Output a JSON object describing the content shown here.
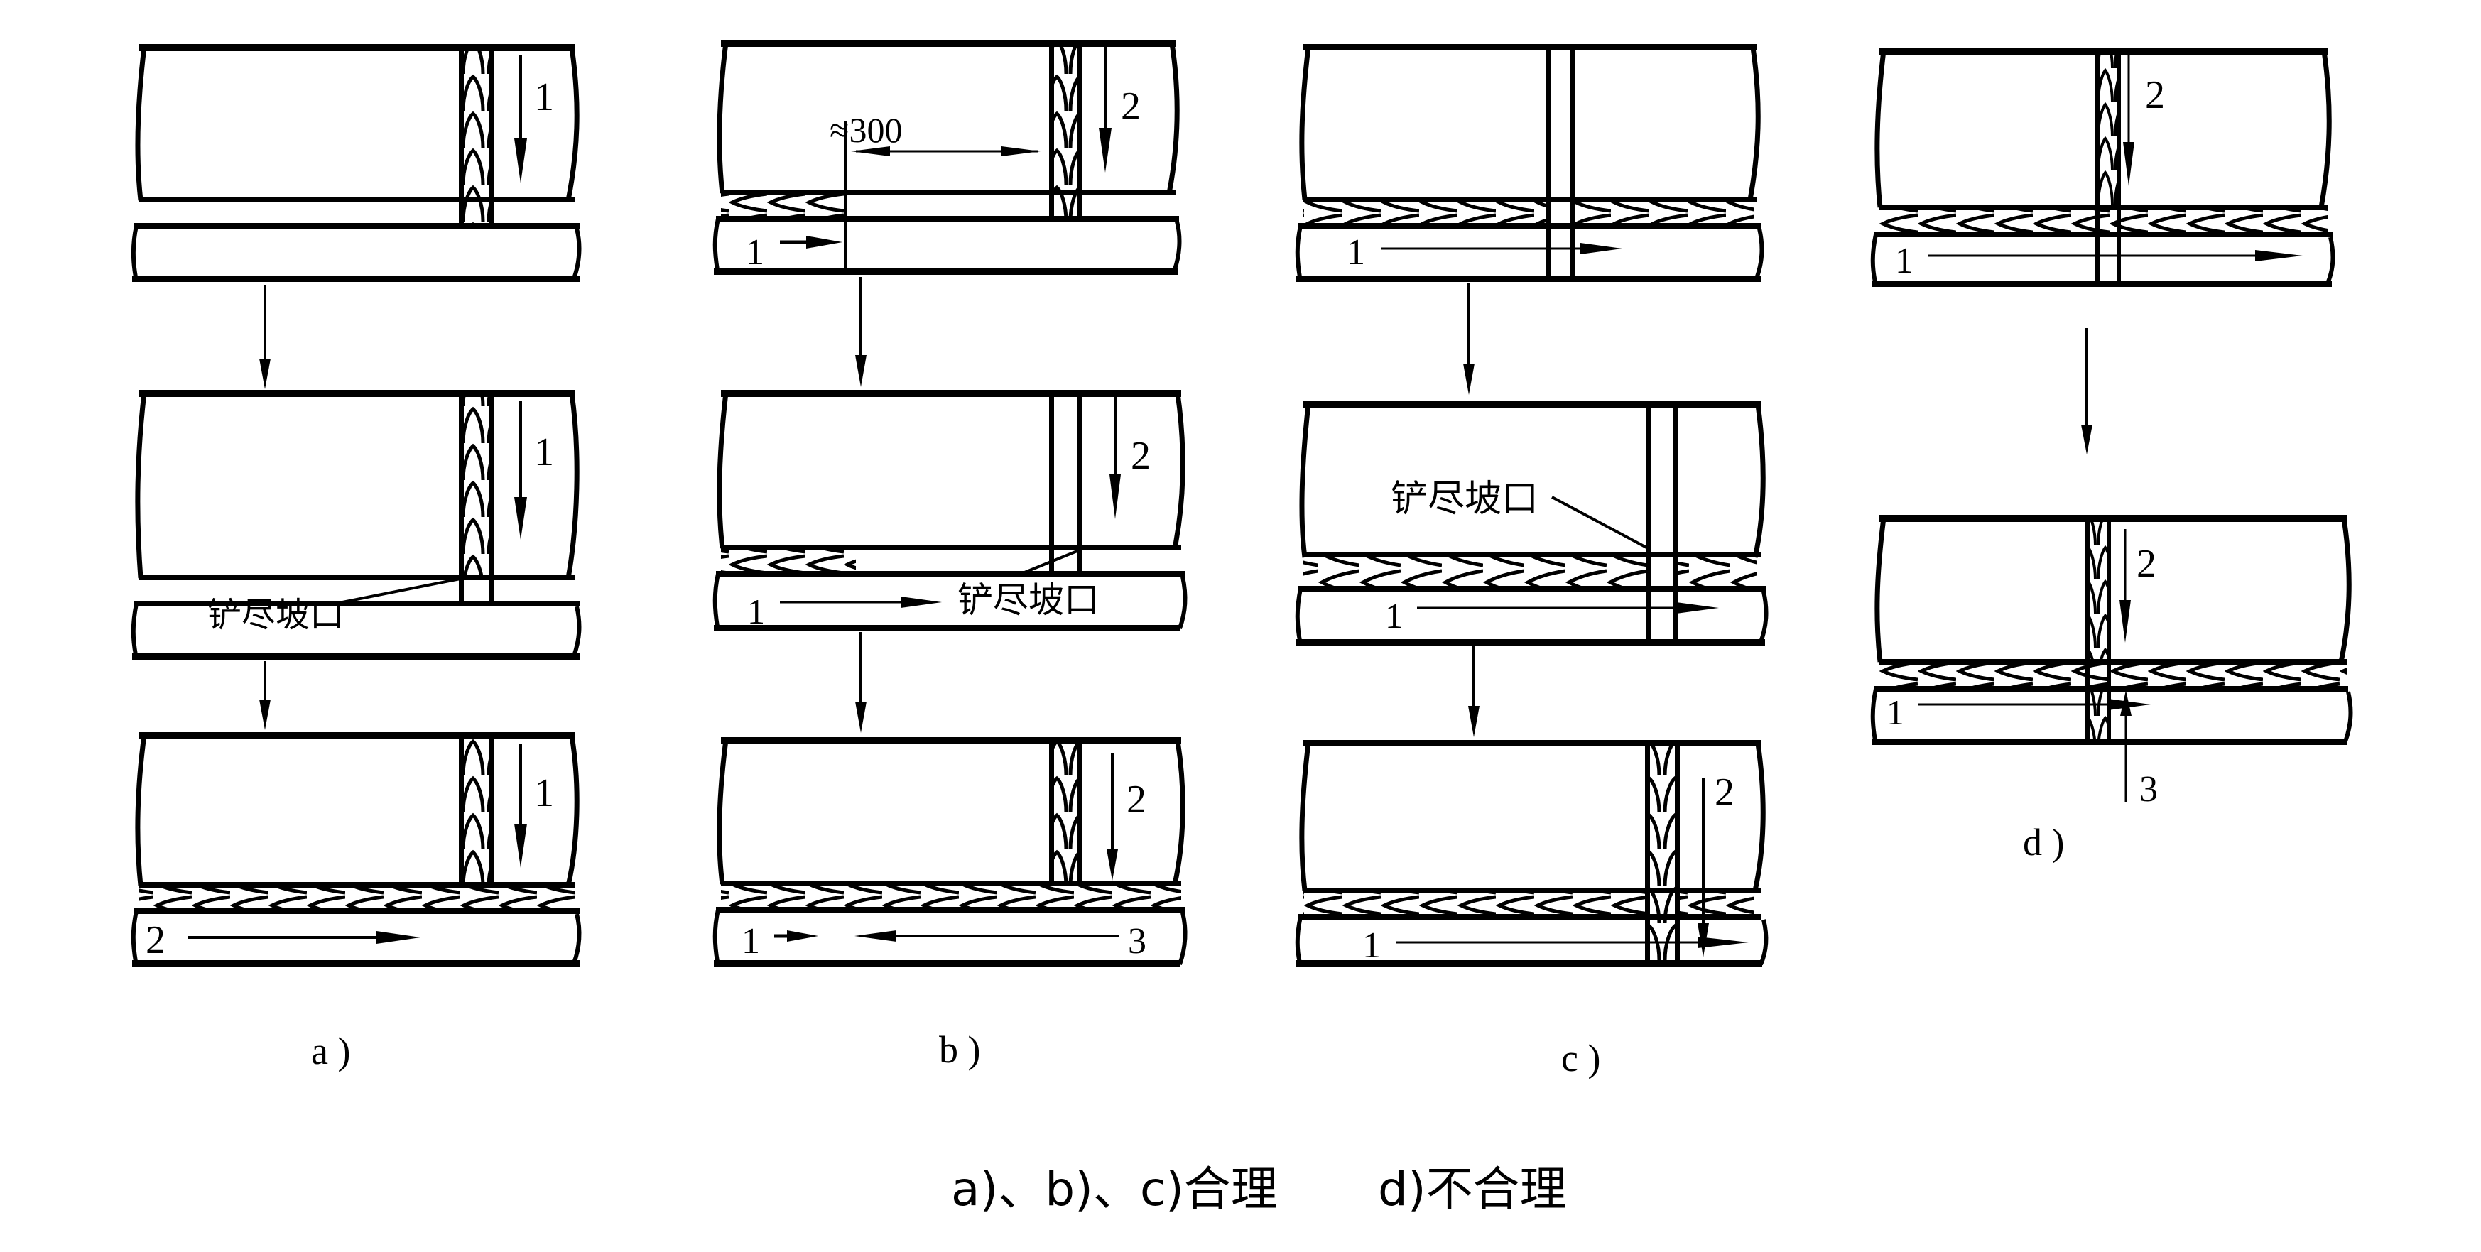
{
  "figure": {
    "type": "welding-sequence-diagram",
    "caption": {
      "left": "a)、b)、c)合理",
      "right": "d)不合理"
    },
    "panel_labels": {
      "a": "a )",
      "b": "b )",
      "c": "c )",
      "d": "d )"
    },
    "annotations": {
      "seq1": "1",
      "seq2": "2",
      "seq3": "3",
      "dimension": "≈300",
      "chisel_note": "铲尽坡口"
    },
    "panels": [
      {
        "id": "a",
        "label": "a )",
        "steps": 3,
        "verdict": "合理",
        "welds": [
          {
            "seq": "1",
            "orientation": "vertical",
            "direction": "down"
          },
          {
            "seq": "2",
            "orientation": "horizontal",
            "direction": "right"
          }
        ],
        "callouts": [
          {
            "step": 2,
            "text": "铲尽坡口"
          }
        ]
      },
      {
        "id": "b",
        "label": "b )",
        "steps": 3,
        "verdict": "合理",
        "welds": [
          {
            "seq": "1",
            "orientation": "horizontal-short-segment",
            "direction": "right",
            "offset_from_seam": "≈300"
          },
          {
            "seq": "2",
            "orientation": "vertical",
            "direction": "down"
          },
          {
            "seq": "3",
            "orientation": "horizontal",
            "direction": "left"
          }
        ],
        "callouts": [
          {
            "step": 2,
            "text": "铲尽坡口"
          }
        ]
      },
      {
        "id": "c",
        "label": "c )",
        "steps": 3,
        "verdict": "合理",
        "welds": [
          {
            "seq": "1",
            "orientation": "horizontal",
            "direction": "right"
          },
          {
            "seq": "2",
            "orientation": "vertical",
            "direction": "down"
          }
        ],
        "callouts": [
          {
            "step": 2,
            "text": "铲尽坡口"
          }
        ]
      },
      {
        "id": "d",
        "label": "d )",
        "steps": 2,
        "verdict": "不合理",
        "welds": [
          {
            "seq": "1",
            "orientation": "horizontal",
            "direction": "right"
          },
          {
            "seq": "2",
            "orientation": "vertical",
            "direction": "down"
          },
          {
            "seq": "3",
            "orientation": "vertical-short-segment",
            "direction": "down"
          }
        ],
        "callouts": []
      }
    ]
  }
}
